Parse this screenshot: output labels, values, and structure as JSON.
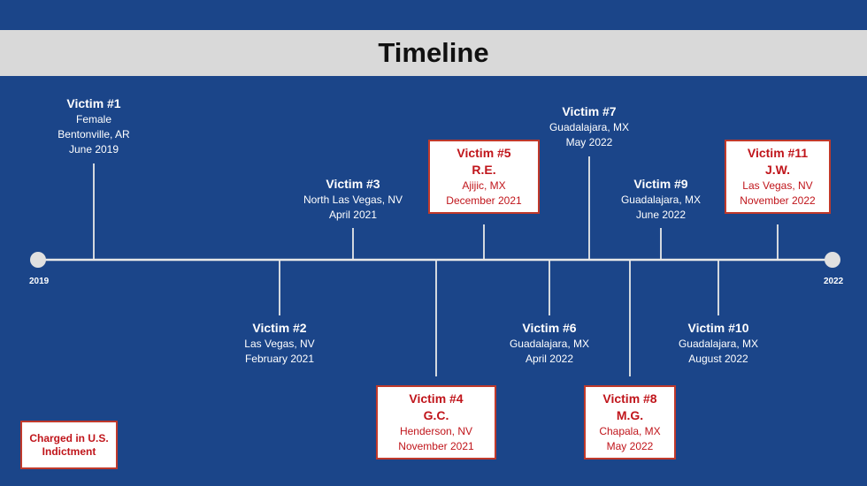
{
  "title": "Timeline",
  "start_year": "2019",
  "end_year": "2022",
  "legend": "Charged in U.S. Indictment",
  "colors": {
    "background": "#1b4589",
    "title_bar": "#d9d9d9",
    "highlight": "#c0151b"
  },
  "events": [
    {
      "name": "Victim #1",
      "lines": [
        "Female",
        "Bentonville, AR",
        "June 2019"
      ],
      "charged": false
    },
    {
      "name": "Victim #2",
      "lines": [
        "Las Vegas, NV",
        "February 2021"
      ],
      "charged": false
    },
    {
      "name": "Victim #3",
      "lines": [
        "North Las Vegas, NV",
        "April 2021"
      ],
      "charged": false
    },
    {
      "name": "Victim #4",
      "initials": "G.C.",
      "lines": [
        "Henderson, NV",
        "November 2021"
      ],
      "charged": true
    },
    {
      "name": "Victim #5",
      "initials": "R.E.",
      "lines": [
        "Ajijic, MX",
        "December 2021"
      ],
      "charged": true
    },
    {
      "name": "Victim #6",
      "lines": [
        "Guadalajara, MX",
        "April 2022"
      ],
      "charged": false
    },
    {
      "name": "Victim #7",
      "lines": [
        "Guadalajara, MX",
        "May 2022"
      ],
      "charged": false
    },
    {
      "name": "Victim #8",
      "initials": "M.G.",
      "lines": [
        "Chapala, MX",
        "May 2022"
      ],
      "charged": true
    },
    {
      "name": "Victim #9",
      "lines": [
        "Guadalajara, MX",
        "June 2022"
      ],
      "charged": false
    },
    {
      "name": "Victim #10",
      "lines": [
        "Guadalajara, MX",
        "August 2022"
      ],
      "charged": false
    },
    {
      "name": "Victim #11",
      "initials": "J.W.",
      "lines": [
        "Las Vegas, NV",
        "November 2022"
      ],
      "charged": true
    }
  ]
}
